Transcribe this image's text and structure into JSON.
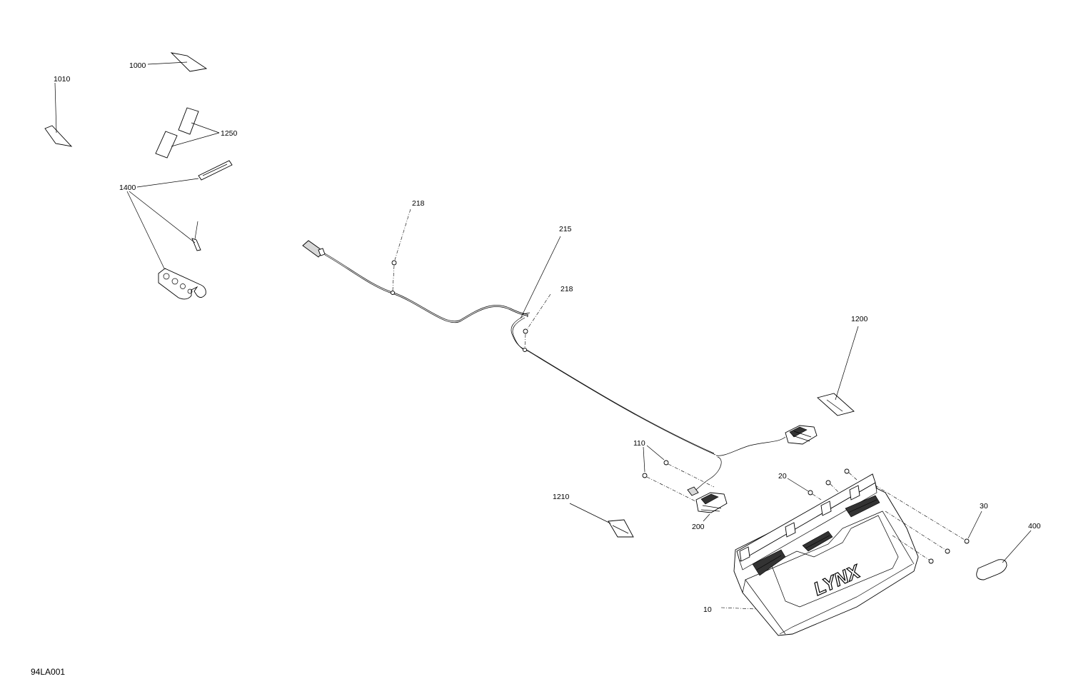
{
  "drawing_code": "94LA001",
  "callouts": {
    "c1000": "1000",
    "c1010": "1010",
    "c1250": "1250",
    "c1400": "1400",
    "c218a": "218",
    "c215": "215",
    "c218b": "218",
    "c1200": "1200",
    "c110": "110",
    "c20": "20",
    "c1210": "1210",
    "c200": "200",
    "c30": "30",
    "c400": "400",
    "c10": "10"
  },
  "logo_text": "LYNX"
}
